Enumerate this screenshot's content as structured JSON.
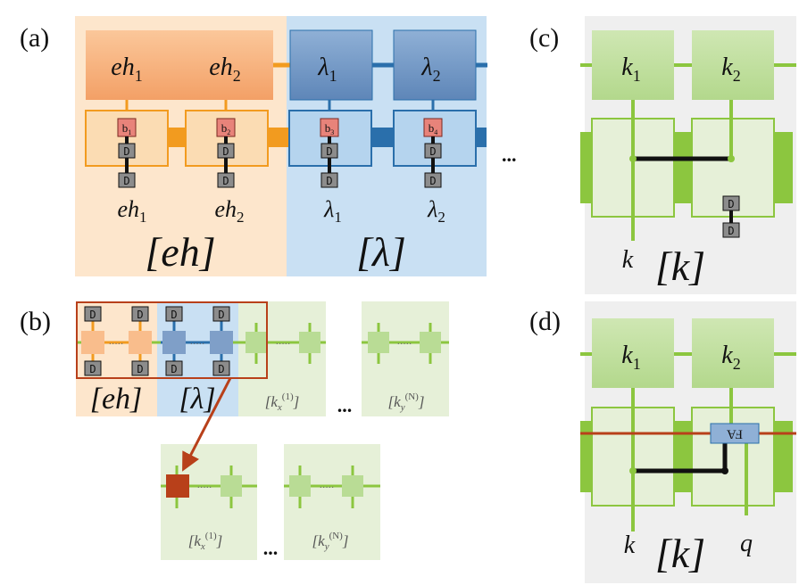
{
  "panels": {
    "a": {
      "label": "(a)",
      "top_nodes": [
        {
          "base": "eh",
          "sub": "1"
        },
        {
          "base": "eh",
          "sub": "2"
        },
        {
          "base": "λ",
          "sub": "1"
        },
        {
          "base": "λ",
          "sub": "2"
        }
      ],
      "b_labels": [
        {
          "base": "b",
          "sub": "1"
        },
        {
          "base": "b",
          "sub": "2"
        },
        {
          "base": "b",
          "sub": "3"
        },
        {
          "base": "b",
          "sub": "4"
        }
      ],
      "d_label": "D",
      "bottom_labels": [
        {
          "base": "eh",
          "sub": "1"
        },
        {
          "base": "eh",
          "sub": "2"
        },
        {
          "base": "λ",
          "sub": "1"
        },
        {
          "base": "λ",
          "sub": "2"
        }
      ],
      "group_labels": {
        "eh": "[eh]",
        "lambda": "[λ]"
      },
      "ellipsis": "..."
    },
    "b": {
      "label": "(b)",
      "d_label": "D",
      "group_labels": {
        "eh": "[eh]",
        "lambda": "[λ]"
      },
      "kx": {
        "base": "k",
        "sub": "x",
        "sup": "(1)"
      },
      "ky": {
        "base": "k",
        "sub": "y",
        "sup": "(N)"
      },
      "ellipsis": "...",
      "small_dots": "·····"
    },
    "c": {
      "label": "(c)",
      "top_nodes": [
        {
          "base": "k",
          "sub": "1"
        },
        {
          "base": "k",
          "sub": "2"
        }
      ],
      "d_label": "D",
      "k_label": "k",
      "group_label": "[k]"
    },
    "d": {
      "label": "(d)",
      "top_nodes": [
        {
          "base": "k",
          "sub": "1"
        },
        {
          "base": "k",
          "sub": "2"
        }
      ],
      "fa_label": "FA",
      "k_label": "k",
      "q_label": "q",
      "group_label": "[k]"
    }
  },
  "colors": {
    "orange_bg": "#fde6cc",
    "blue_bg": "#c9e0f3",
    "green_bg": "#e6f0d8",
    "gray_bg": "#efefef",
    "orange": "#f29b1f",
    "blue": "#2a6fab",
    "green": "#8cc63f",
    "red_brown": "#b8401a"
  }
}
